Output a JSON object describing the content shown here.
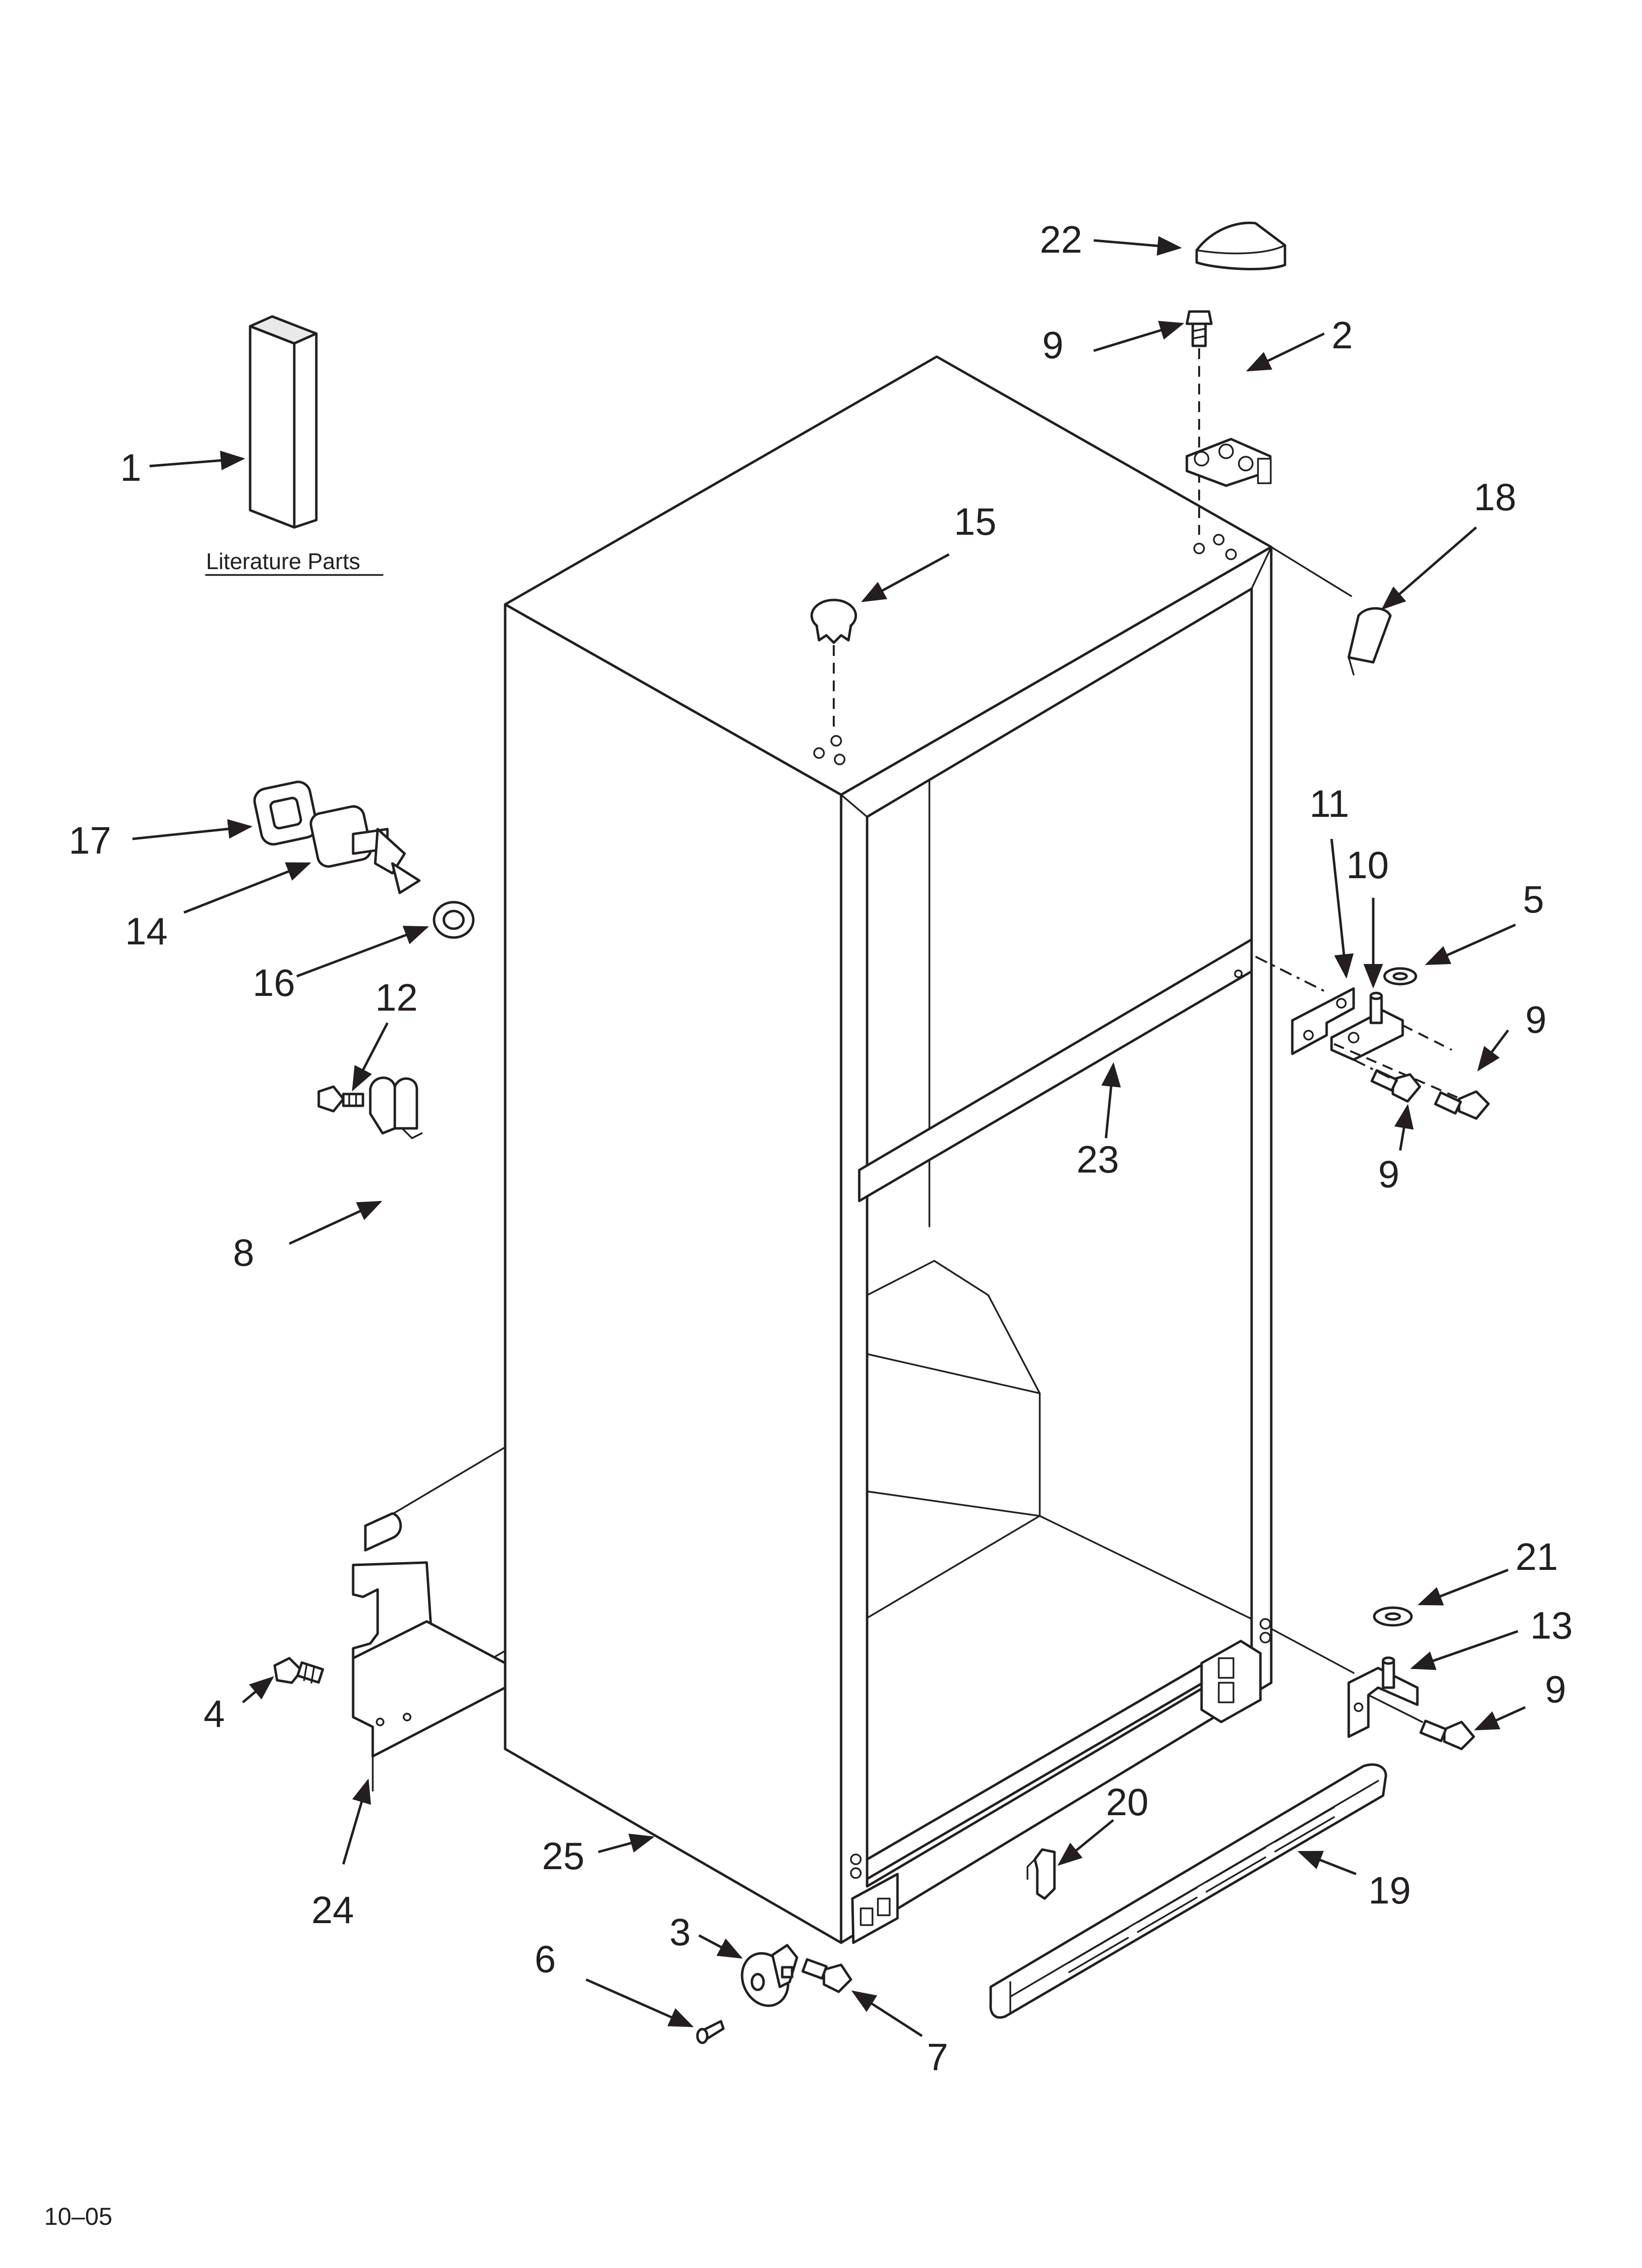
{
  "diagram": {
    "literature_label": "Literature Parts",
    "date_code": "10–05",
    "callouts": [
      {
        "id": "c1",
        "text": "1"
      },
      {
        "id": "c2",
        "text": "2"
      },
      {
        "id": "c3",
        "text": "3"
      },
      {
        "id": "c4",
        "text": "4"
      },
      {
        "id": "c5",
        "text": "5"
      },
      {
        "id": "c6",
        "text": "6"
      },
      {
        "id": "c7",
        "text": "7"
      },
      {
        "id": "c8",
        "text": "8"
      },
      {
        "id": "c9a",
        "text": "9"
      },
      {
        "id": "c9b",
        "text": "9"
      },
      {
        "id": "c9c",
        "text": "9"
      },
      {
        "id": "c9d",
        "text": "9"
      },
      {
        "id": "c10",
        "text": "10"
      },
      {
        "id": "c11",
        "text": "11"
      },
      {
        "id": "c12",
        "text": "12"
      },
      {
        "id": "c13",
        "text": "13"
      },
      {
        "id": "c14",
        "text": "14"
      },
      {
        "id": "c15",
        "text": "15"
      },
      {
        "id": "c16",
        "text": "16"
      },
      {
        "id": "c17",
        "text": "17"
      },
      {
        "id": "c18",
        "text": "18"
      },
      {
        "id": "c19",
        "text": "19"
      },
      {
        "id": "c20",
        "text": "20"
      },
      {
        "id": "c21",
        "text": "21"
      },
      {
        "id": "c22",
        "text": "22"
      },
      {
        "id": "c23",
        "text": "23"
      },
      {
        "id": "c24",
        "text": "24"
      },
      {
        "id": "c25",
        "text": "25"
      }
    ]
  }
}
